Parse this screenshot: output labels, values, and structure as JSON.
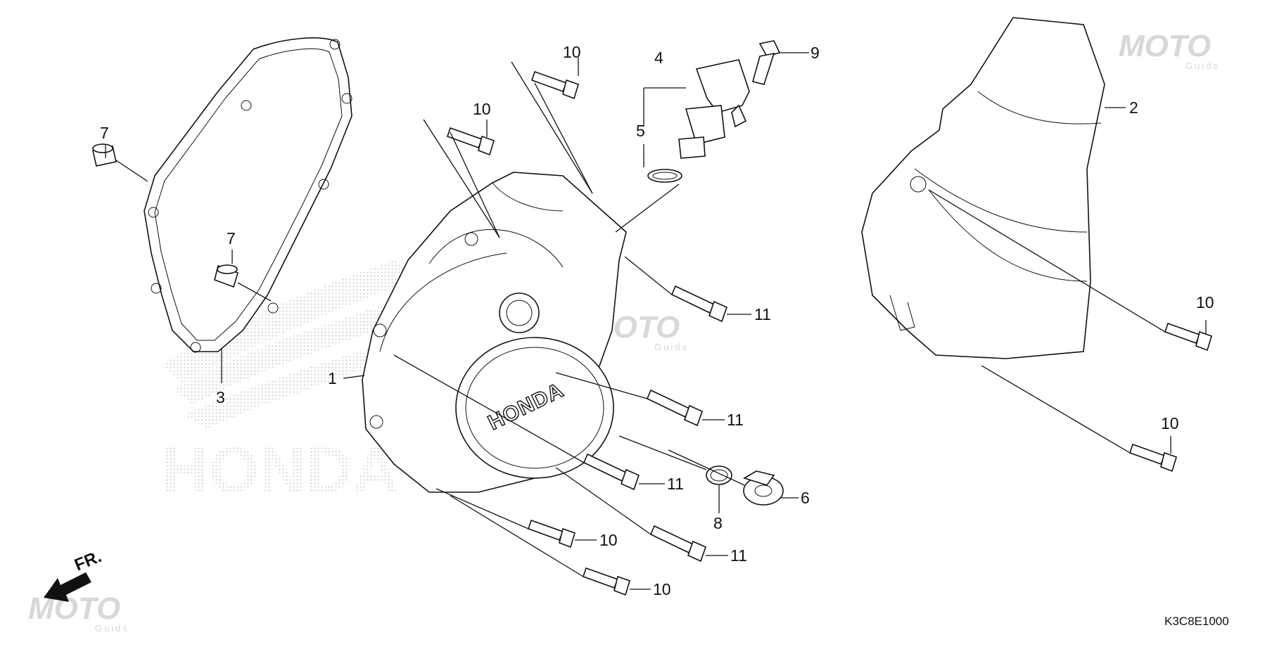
{
  "diagram": {
    "part_number": "K3C8E1000",
    "direction_label": "FR.",
    "cover_emblem": "HONDA",
    "background_emblem": "HONDA",
    "watermark": {
      "brand": "MOTO",
      "sub": "Guids"
    },
    "callouts": [
      {
        "id": "c1",
        "label": "1"
      },
      {
        "id": "c2",
        "label": "2"
      },
      {
        "id": "c3",
        "label": "3"
      },
      {
        "id": "c4",
        "label": "4"
      },
      {
        "id": "c5",
        "label": "5"
      },
      {
        "id": "c6",
        "label": "6"
      },
      {
        "id": "c7a",
        "label": "7"
      },
      {
        "id": "c7b",
        "label": "7"
      },
      {
        "id": "c8",
        "label": "8"
      },
      {
        "id": "c9",
        "label": "9"
      },
      {
        "id": "c10a",
        "label": "10"
      },
      {
        "id": "c10b",
        "label": "10"
      },
      {
        "id": "c10c",
        "label": "10"
      },
      {
        "id": "c10d",
        "label": "10"
      },
      {
        "id": "c10e",
        "label": "10"
      },
      {
        "id": "c10f",
        "label": "10"
      },
      {
        "id": "c11a",
        "label": "11"
      },
      {
        "id": "c11b",
        "label": "11"
      },
      {
        "id": "c11c",
        "label": "11"
      },
      {
        "id": "c11d",
        "label": "11"
      }
    ]
  }
}
